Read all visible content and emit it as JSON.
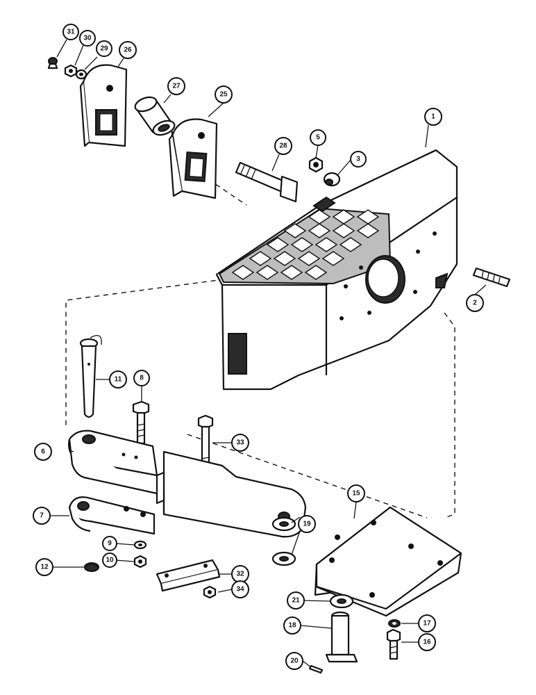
{
  "diagram": {
    "callouts": {
      "c1": "1",
      "c2": "2",
      "c3": "3",
      "c5": "5",
      "c6": "6",
      "c7": "7",
      "c8": "8",
      "c9": "9",
      "c10": "10",
      "c11": "11",
      "c12": "12",
      "c15": "15",
      "c16": "16",
      "c17": "17",
      "c18": "18",
      "c19": "19",
      "c20": "20",
      "c21": "21",
      "c25": "25",
      "c26": "26",
      "c27": "27",
      "c28": "28",
      "c29": "29",
      "c30": "30",
      "c31": "31",
      "c32": "32",
      "c33": "33",
      "c34": "34"
    }
  }
}
